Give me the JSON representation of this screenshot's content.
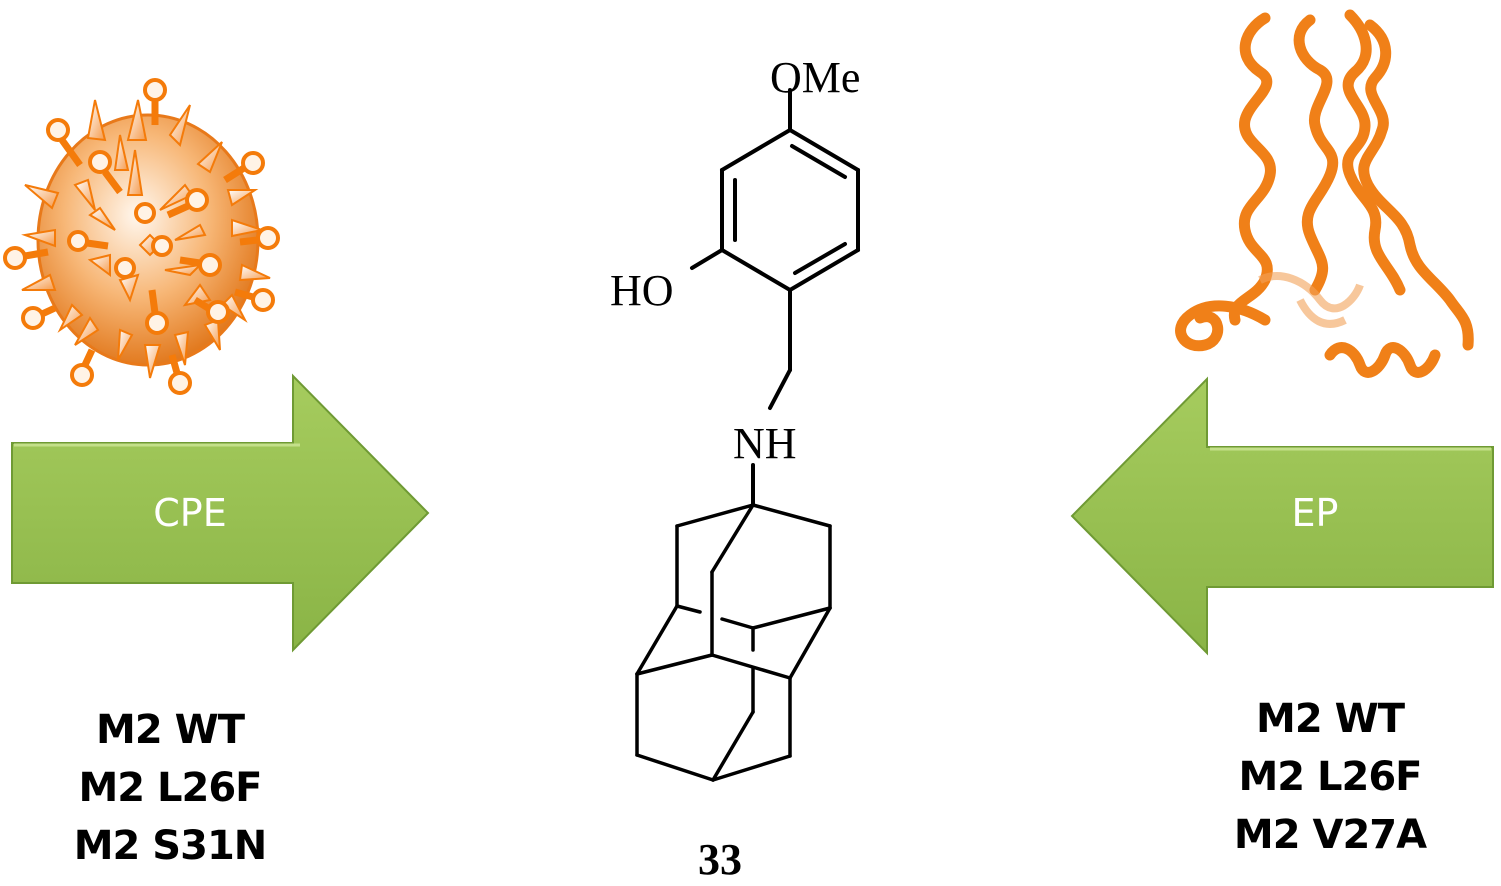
{
  "figure": {
    "left_panel": {
      "image": "virus-particle-icon",
      "arrow": {
        "label": "CPE",
        "direction": "right",
        "color": "#8db84a"
      },
      "strains": [
        "M2 WT",
        "M2 L26F",
        "M2 S31N"
      ]
    },
    "center": {
      "compound": {
        "number": "33",
        "substituents": {
          "top": "OMe",
          "left": "HO",
          "linker": "NH"
        },
        "scaffold": "2-adamantyl-like tetracyclic amine"
      }
    },
    "right_panel": {
      "image": "m2-proton-channel-ribbon-icon",
      "arrow": {
        "label": "EP",
        "direction": "left",
        "color": "#8db84a"
      },
      "strains": [
        "M2 WT",
        "M2 L26F",
        "M2 V27A"
      ]
    },
    "colors": {
      "orange": "#f47b0a",
      "arrow_green": "#94bf4e",
      "arrow_dark": "#6f9a34"
    }
  }
}
